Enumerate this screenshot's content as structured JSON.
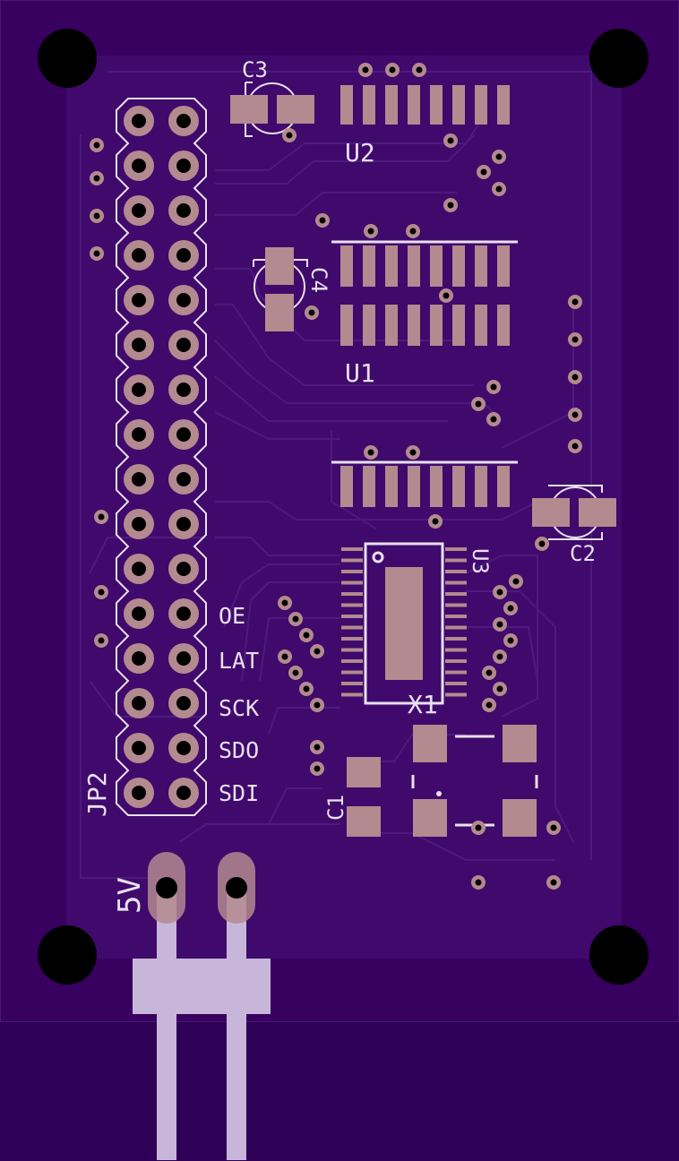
{
  "colors": {
    "background": "#2e0056",
    "board": "#38005f",
    "copper_fill": "#3f0a6b",
    "trace_outline": "#4c1a7e",
    "silkscreen": "#e9e0f0",
    "pad": "#b38a8f",
    "pad_hole": "#000000",
    "mounting_hole": "#000000",
    "header_body": "#c7b6da"
  },
  "labels": {
    "c3": "C3",
    "u2": "U2",
    "c4": "C4",
    "u1": "U1",
    "c2": "C2",
    "u3": "U3",
    "x1": "X1",
    "c1": "C1",
    "jp2": "JP2",
    "power": "5V"
  },
  "pin_labels": [
    "OE",
    "LAT",
    "SCK",
    "SDO",
    "SDI"
  ]
}
